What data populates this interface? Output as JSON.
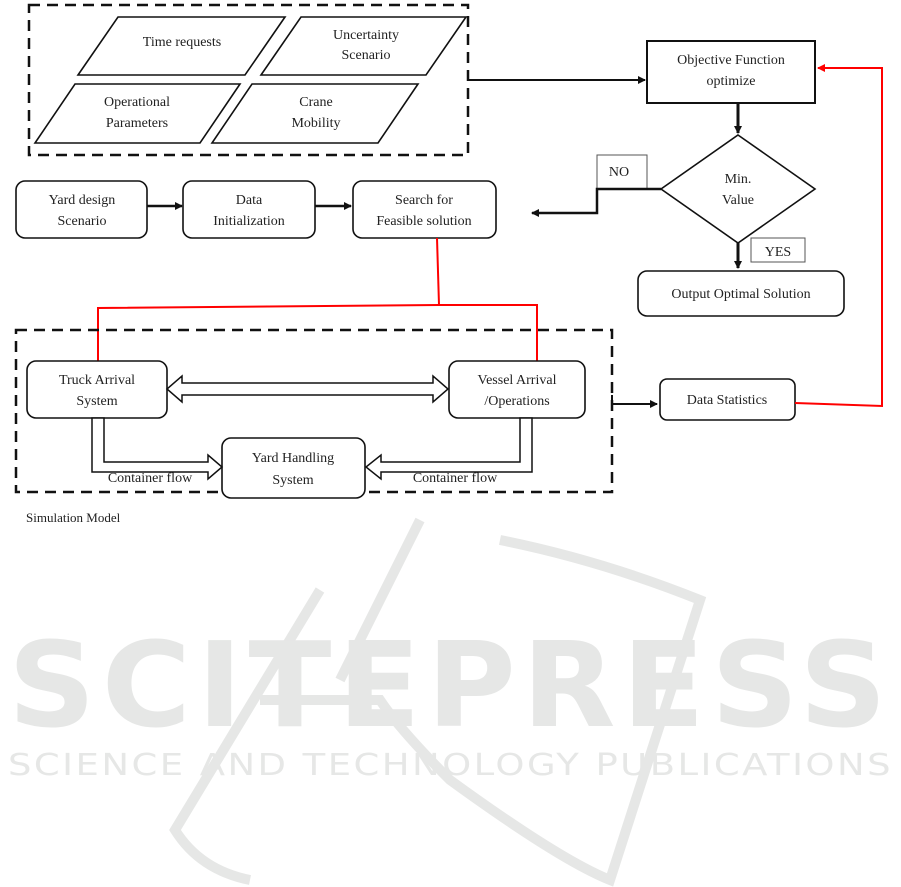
{
  "inputs_group": {
    "items": [
      {
        "lines": [
          "Time requests"
        ]
      },
      {
        "lines": [
          "Uncertainty",
          "Scenario"
        ]
      },
      {
        "lines": [
          "Operational",
          "Parameters"
        ]
      },
      {
        "lines": [
          "Crane",
          "Mobility"
        ]
      }
    ]
  },
  "objective": {
    "lines": [
      "Objective Function",
      "optimize"
    ]
  },
  "decision": {
    "lines": [
      "Min.",
      "Value"
    ],
    "no_label": "NO",
    "yes_label": "YES"
  },
  "output": {
    "label": "Output Optimal Solution"
  },
  "pipeline": {
    "steps": [
      {
        "lines": [
          "Yard design",
          "Scenario"
        ]
      },
      {
        "lines": [
          "Data",
          "Initialization"
        ]
      },
      {
        "lines": [
          "Search for",
          "Feasible solution"
        ]
      }
    ]
  },
  "simulation": {
    "title": "Simulation Model",
    "truck": {
      "lines": [
        "Truck Arrival",
        "System"
      ]
    },
    "vessel": {
      "lines": [
        "Vessel Arrival",
        "/Operations"
      ]
    },
    "yard": {
      "lines": [
        "Yard Handling",
        "System"
      ]
    },
    "flow_left": "Container flow",
    "flow_right": "Container flow"
  },
  "statistics": {
    "label": "Data Statistics"
  },
  "colors": {
    "feedback": "#ff0000",
    "stroke": "#111111",
    "watermark": "#e6e7e6"
  },
  "watermark": {
    "title": "SCITEPRESS",
    "subtitle": "SCIENCE AND TECHNOLOGY PUBLICATIONS"
  }
}
